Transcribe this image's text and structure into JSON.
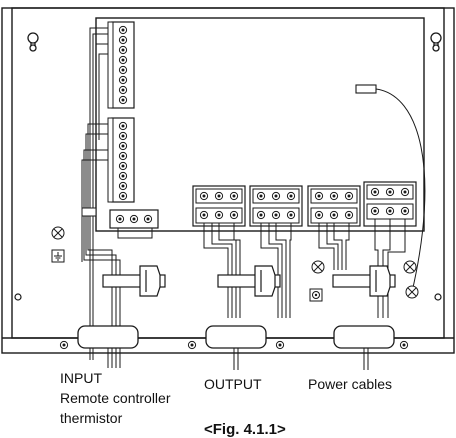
{
  "labels": {
    "input": "INPUT",
    "remote_controller": "Remote controller",
    "thermistor": "thermistor",
    "output": "OUTPUT",
    "power_cables": "Power cables",
    "figure": "<Fig. 4.1.1>"
  },
  "colors": {
    "line": "#1a1a1a",
    "panel_shade": "#e8e8e8",
    "background": "#ffffff"
  },
  "icons": [
    "keyhole-mount-icon",
    "lamp-symbol-icon",
    "ground-symbol-icon",
    "screw-icon",
    "cable-clamp-icon"
  ]
}
